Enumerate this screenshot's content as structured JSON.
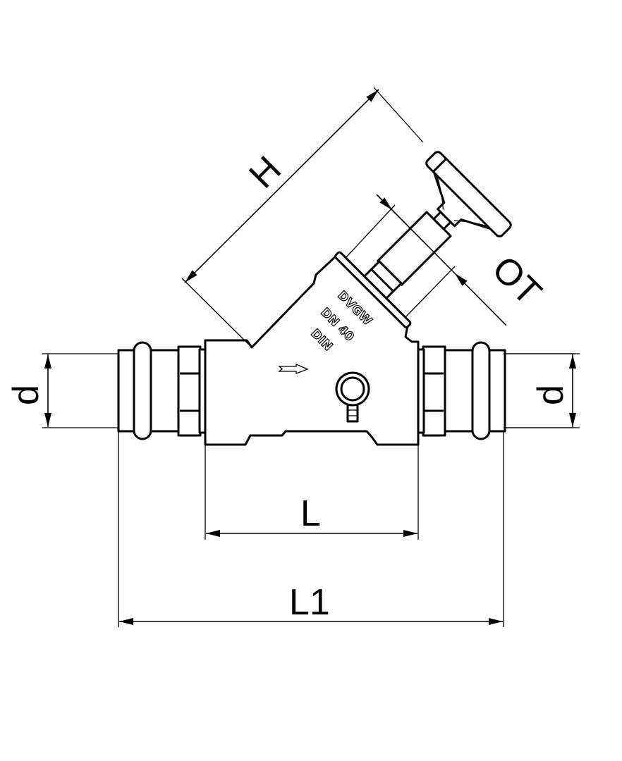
{
  "drawing": {
    "title": "Inclined seat valve with press fittings",
    "dimensions": {
      "height": "H",
      "operating_clearance": "OT",
      "pipe_diameter_left": "d",
      "pipe_diameter_right": "d",
      "body_length": "L",
      "overall_length": "L1"
    },
    "body_markings": [
      "DVGW",
      "DN 40",
      "DIN"
    ],
    "line_color": "#000000",
    "background_color": "#ffffff"
  }
}
